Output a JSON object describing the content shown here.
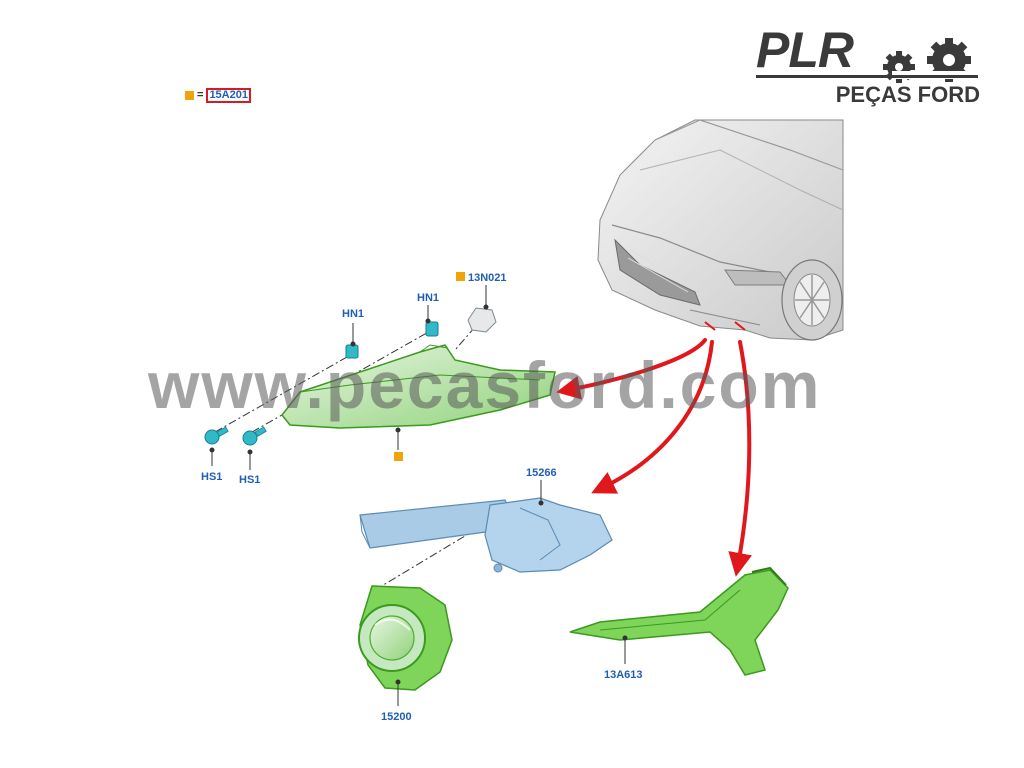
{
  "legend": {
    "equals": "=",
    "code": "15A201"
  },
  "logo": {
    "main": "PLR",
    "sub": "PEÇAS FORD"
  },
  "watermark": "www.pecasford.com",
  "labels": {
    "hn1_left": "HN1",
    "hn1_right": "HN1",
    "bulb": "13N021",
    "hs1_left": "HS1",
    "hs1_right": "HS1",
    "bracket": "15266",
    "fog_lamp": "15200",
    "drl_strip": "13A613"
  },
  "colors": {
    "label_blue": "#1f5fb3",
    "marker_orange": "#f0a30a",
    "arrow_red": "#e0181c",
    "part_green": "#6ccf3a",
    "part_blue": "#a9cbe6",
    "clip_teal": "#2fb9c9"
  }
}
